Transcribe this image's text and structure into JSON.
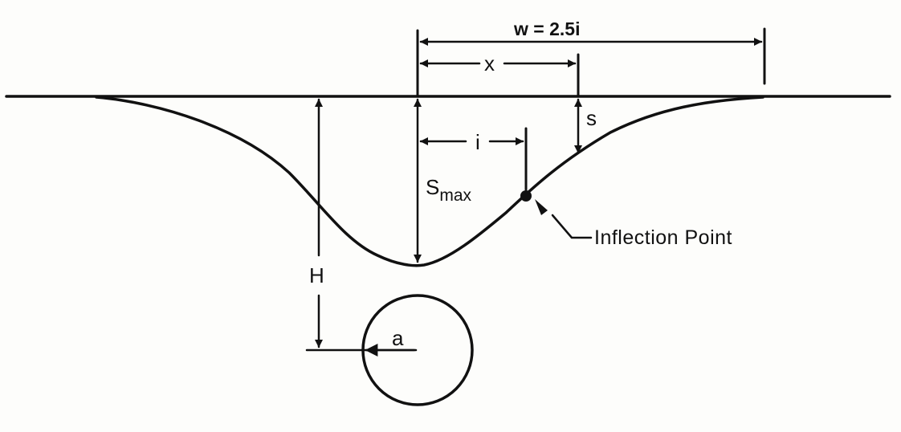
{
  "labels": {
    "width_formula": "w = 2.5i",
    "offset": "x",
    "settlement": "s",
    "inflection_distance": "i",
    "max_settlement_main": "S",
    "max_settlement_sub": "max",
    "depth": "H",
    "radius": "a",
    "inflection_point": "Inflection Point"
  },
  "colors": {
    "ink": "#111111",
    "paper": "#fdfdfb"
  }
}
